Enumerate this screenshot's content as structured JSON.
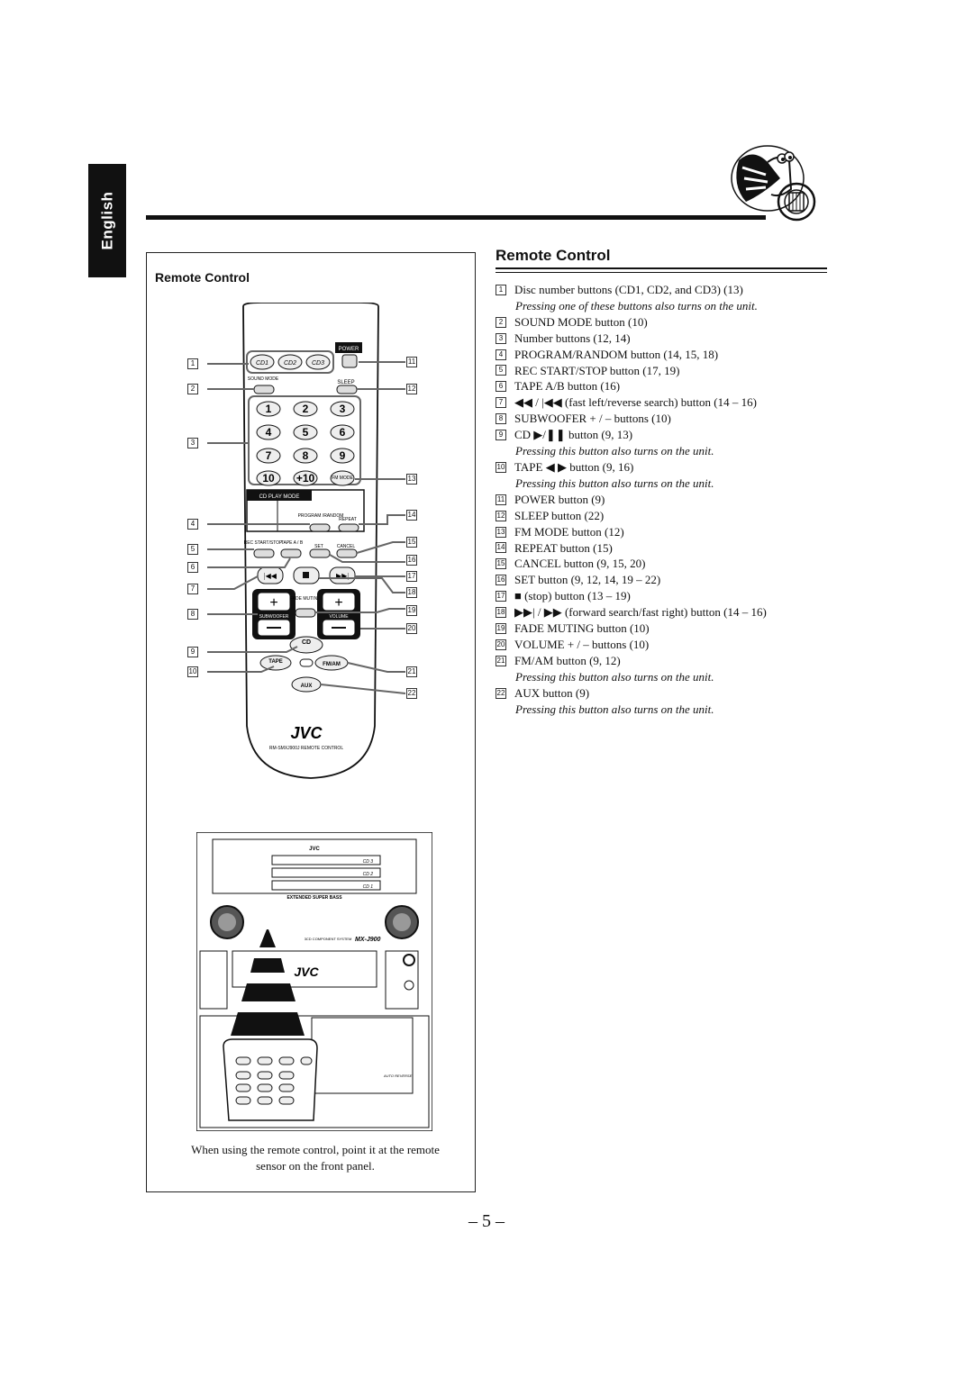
{
  "language_tab": "English",
  "left_panel": {
    "heading": "Remote Control",
    "caption": "When using the remote control, point it at the remote sensor on the front panel."
  },
  "right_panel": {
    "heading": "Remote Control",
    "items": [
      {
        "num": "1",
        "text": "Disc number buttons (CD1, CD2, and CD3) (13)",
        "note": "Pressing one of these buttons also turns on the unit."
      },
      {
        "num": "2",
        "text": "SOUND MODE button (10)"
      },
      {
        "num": "3",
        "text": "Number buttons (12, 14)"
      },
      {
        "num": "4",
        "text": "PROGRAM/RANDOM button (14, 15, 18)"
      },
      {
        "num": "5",
        "text": "REC START/STOP button (17, 19)"
      },
      {
        "num": "6",
        "text": "TAPE A/B button (16)"
      },
      {
        "num": "7",
        "text": "◀◀ / |◀◀ (fast left/reverse search) button (14 – 16)"
      },
      {
        "num": "8",
        "text": "SUBWOOFER + / – buttons (10)"
      },
      {
        "num": "9",
        "text": "CD ▶/❚❚ button (9, 13)",
        "note": "Pressing this button also turns on the unit."
      },
      {
        "num": "10",
        "text": "TAPE ◀ ▶ button (9, 16)",
        "note": "Pressing this button also turns on the unit."
      },
      {
        "num": "11",
        "text": "POWER button (9)"
      },
      {
        "num": "12",
        "text": "SLEEP button (22)"
      },
      {
        "num": "13",
        "text": "FM MODE button (12)"
      },
      {
        "num": "14",
        "text": "REPEAT button (15)"
      },
      {
        "num": "15",
        "text": "CANCEL button (9, 15, 20)"
      },
      {
        "num": "16",
        "text": "SET button (9, 12, 14, 19 – 22)"
      },
      {
        "num": "17",
        "text": "■ (stop) button (13 – 19)"
      },
      {
        "num": "18",
        "text": "▶▶| / ▶▶ (forward search/fast right) button (14 – 16)"
      },
      {
        "num": "19",
        "text": "FADE MUTING button (10)"
      },
      {
        "num": "20",
        "text": "VOLUME + / – buttons (10)"
      },
      {
        "num": "21",
        "text": "FM/AM button (9, 12)",
        "note": "Pressing this button also turns on the unit."
      },
      {
        "num": "22",
        "text": "AUX button (9)",
        "note": "Pressing this button also turns on the unit."
      }
    ]
  },
  "remote": {
    "power": "POWER",
    "cd_buttons": [
      "CD1",
      "CD2",
      "CD3"
    ],
    "sound_mode": "SOUND MODE",
    "sleep": "SLEEP",
    "digits": [
      "1",
      "2",
      "3",
      "4",
      "5",
      "6",
      "7",
      "8",
      "9",
      "10",
      "+10"
    ],
    "fm_mode": "FM MODE",
    "cd_play_mode": "CD PLAY MODE",
    "program_random": "PROGRAM /RANDOM",
    "repeat": "REPEAT",
    "rec_start_stop": "REC START/STOP",
    "tape_ab": "TAPE A / B",
    "set": "SET",
    "cancel": "CANCEL",
    "fade_muting": "FADE MUTING",
    "subwoofer": "SUBWOOFER",
    "volume": "VOLUME",
    "cd_play": "CD",
    "tape": "TAPE",
    "fm_am": "FM/AM",
    "aux": "AUX",
    "brand": "JVC",
    "model": "RM-SMXJ900J  REMOTE CONTROL",
    "callouts_left": [
      "1",
      "2",
      "3",
      "4",
      "5",
      "6",
      "7",
      "8",
      "9",
      "10"
    ],
    "callouts_right": [
      "11",
      "12",
      "13",
      "14",
      "15",
      "16",
      "17",
      "18",
      "19",
      "20",
      "21",
      "22"
    ]
  },
  "unit": {
    "brand": "JVC",
    "series_text": "3CD COMPONENT SYSTEM",
    "model": "MX-J900",
    "bass_text": "EXTENDED SUPER BASS",
    "auto_reverse": "AUTO REVERSE",
    "cd_labels": [
      "CD 3",
      "CD 2",
      "CD 1"
    ]
  },
  "page_number": "– 5 –"
}
